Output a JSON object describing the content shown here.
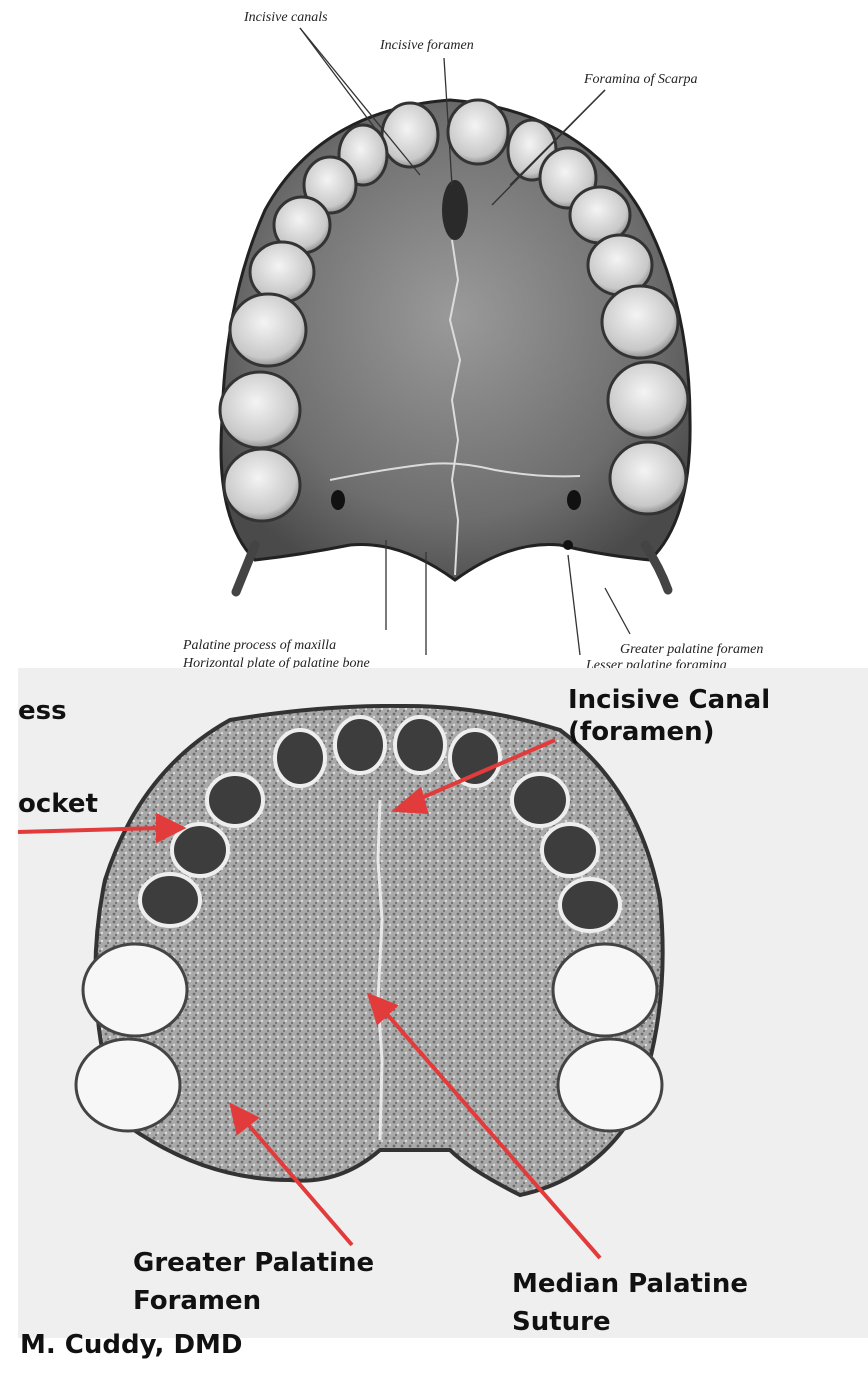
{
  "top_figure": {
    "labels": {
      "incisive_canals": "Incisive canals",
      "incisive_foramen": "Incisive foramen",
      "foramina_of_scarpa": "Foramina of Scarpa",
      "palatine_process_of_maxilla": "Palatine process of maxilla",
      "horizontal_plate_of_palatine_bone": "Horizontal plate of palatine bone",
      "greater_palatine_foramen": "Greater palatine foramen",
      "lesser_palatine_foramina": "Lesser palatine foramina"
    }
  },
  "bottom_figure": {
    "labels": {
      "incisive_canal_line1": "Incisive Canal",
      "incisive_canal_line2": "(foramen)",
      "partial_process": "ess",
      "partial_socket": "ocket",
      "greater_palatine_line1": "Greater Palatine",
      "greater_palatine_line2": "Foramen",
      "median_palatine_line1": "Median Palatine",
      "median_palatine_line2": "Suture",
      "credit": "M. Cuddy, DMD"
    },
    "arrow_color": "#e23b3b"
  }
}
